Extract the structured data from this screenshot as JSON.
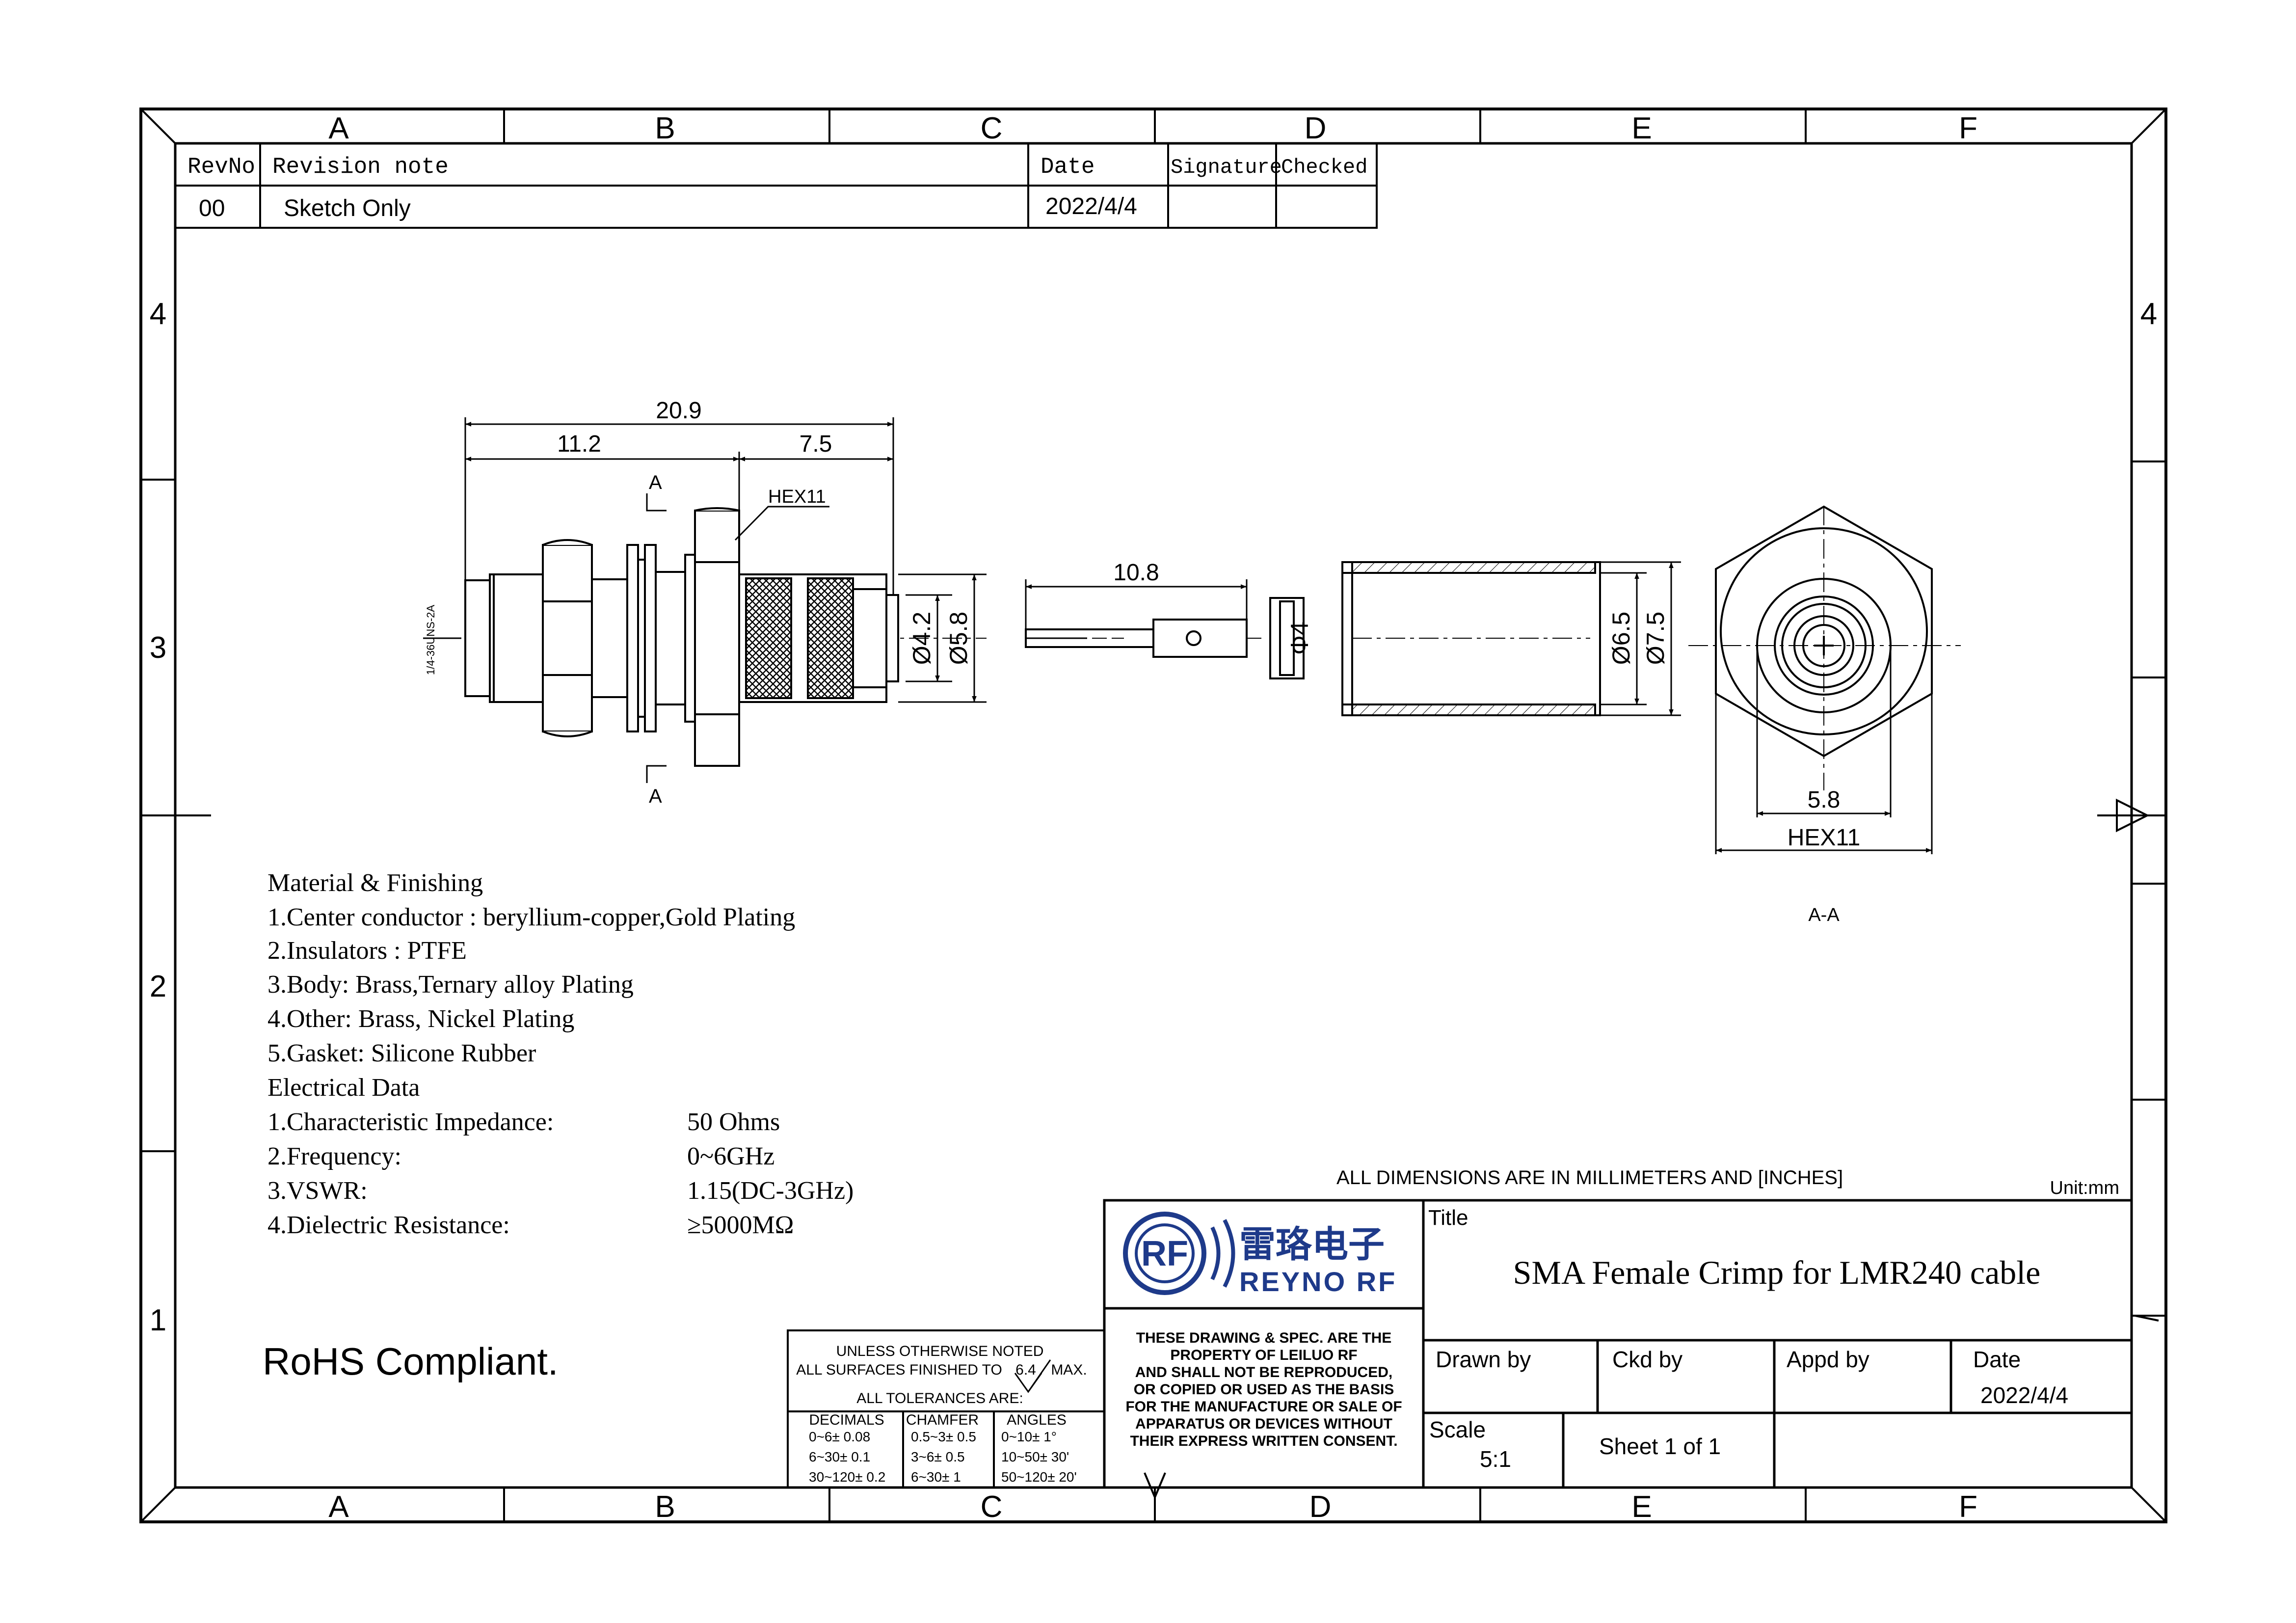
{
  "zones": {
    "columns": [
      "A",
      "B",
      "C",
      "D",
      "E",
      "F"
    ],
    "rows": [
      "4",
      "3",
      "2",
      "1"
    ]
  },
  "revision_table": {
    "headers": [
      "RevNo",
      "Revision note",
      "Date",
      "Signature",
      "Checked"
    ],
    "rows": [
      [
        "00",
        "Sketch Only",
        "2022/4/4",
        "",
        ""
      ]
    ]
  },
  "dimensions": {
    "overall_length": "20.9",
    "left_length": "11.2",
    "right_length": "7.5",
    "hex_label": "HEX11",
    "thread_label": "1/4-36UNS-2A",
    "section_mark": "A",
    "dia_inner": "Ø4.2",
    "dia_outer": "Ø5.8",
    "pin_length": "10.8",
    "washer_dia": "Φ4",
    "ferrule_inner": "Ø6.5",
    "ferrule_outer": "Ø7.5",
    "end_view_inner": "5.8",
    "end_view_hex": "HEX11",
    "section_label": "A-A"
  },
  "specs": {
    "material_heading": "Material & Finishing",
    "material_lines": [
      "1.Center conductor : beryllium-copper,Gold Plating",
      "2.Insulators  :  PTFE",
      "3.Body: Brass,Ternary alloy Plating",
      "4.Other:  Brass,  Nickel Plating",
      "5.Gasket: Silicone Rubber"
    ],
    "electrical_heading": "Electrical Data",
    "electrical_lines": [
      {
        "label": "1.Characteristic Impedance:",
        "value": "50 Ohms"
      },
      {
        "label": "2.Frequency:",
        "value": "0~6GHz"
      },
      {
        "label": "3.VSWR:",
        "value": "1.15(DC-3GHz)"
      },
      {
        "label": "4.Dielectric Resistance:",
        "value": "≥5000MΩ"
      }
    ],
    "rohs": "RoHS Compliant."
  },
  "tolerances": {
    "line1": "UNLESS OTHERWISE NOTED",
    "line2_a": "ALL SURFACES FINISHED TO",
    "line2_value": "6.4",
    "line2_b": "MAX.",
    "line3": "ALL TOLERANCES ARE:",
    "headers": [
      "DECIMALS",
      "CHAMFER",
      "ANGLES"
    ],
    "rows": [
      [
        "0~6± 0.08",
        "0.5~3± 0.5",
        "0~10± 1°"
      ],
      [
        "6~30± 0.1",
        "3~6± 0.5",
        "10~50± 30'"
      ],
      [
        "30~120± 0.2",
        "6~30± 1",
        "50~120± 20'"
      ]
    ]
  },
  "title_block": {
    "all_dims_note": "ALL DIMENSIONS ARE IN MILLIMETERS AND [INCHES]",
    "unit": "Unit:mm",
    "logo_cn": "雷珞电子",
    "logo_en": "REYNO RF",
    "logo_mark": "RF",
    "property_notice": [
      "THESE DRAWING & SPEC. ARE THE",
      "PROPERTY OF LEILUO RF",
      "AND SHALL NOT BE REPRODUCED,",
      "OR COPIED OR USED AS THE BASIS",
      "FOR THE MANUFACTURE OR SALE OF",
      "APPARATUS OR DEVICES WITHOUT",
      "THEIR EXPRESS WRITTEN CONSENT."
    ],
    "title_label": "Title",
    "title": "SMA Female Crimp for LMR240 cable",
    "drawn_by_label": "Drawn by",
    "ckd_by_label": "Ckd by",
    "appd_by_label": "Appd by",
    "date_label": "Date",
    "date_value": "2022/4/4",
    "scale_label": "Scale",
    "scale_value": "5:1",
    "sheet": "Sheet 1 of 1"
  },
  "colors": {
    "line": "#000000",
    "logo_blue": "#1e3a8a",
    "background": "#ffffff"
  }
}
